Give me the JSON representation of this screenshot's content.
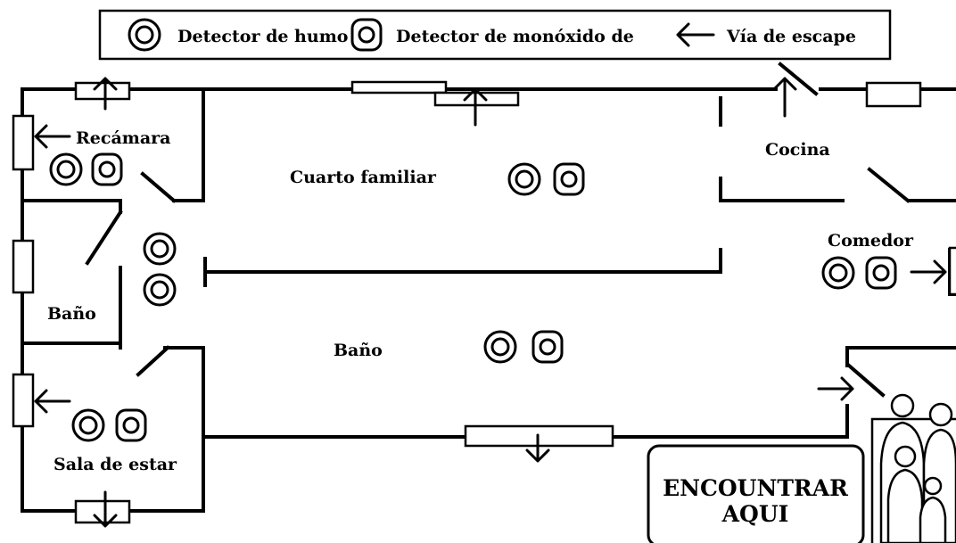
{
  "legend": {
    "smoke_label": "Detector de humo",
    "co_label": "Detector de monóxido de",
    "escape_label": "Vía de escape"
  },
  "rooms": {
    "bedroom": "Recámara",
    "family_room": "Cuarto familiar",
    "kitchen": "Cocina",
    "dining": "Comedor",
    "bath_left": "Baño",
    "bath_center": "Baño",
    "living": "Sala de estar"
  },
  "meeting_point": {
    "line1": "ENCOUNTRAR",
    "line2": "AQUI"
  },
  "colors": {
    "ink": "#000000",
    "paper": "#ffffff"
  }
}
